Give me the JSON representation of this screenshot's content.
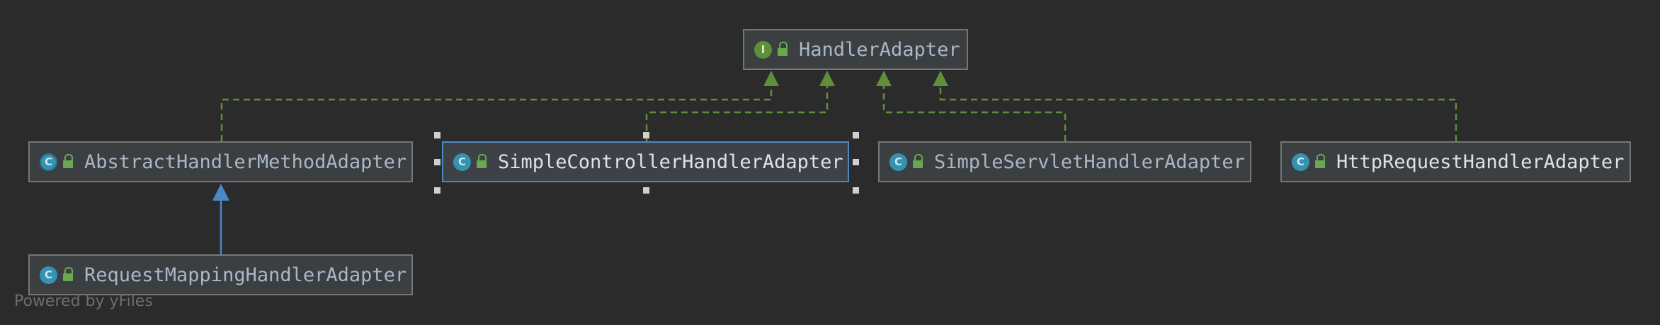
{
  "diagram": {
    "nodes": {
      "handler_adapter": {
        "name": "HandlerAdapter",
        "kind": "interface",
        "kind_letter": "I"
      },
      "abstract_handler_method_adapter": {
        "name": "AbstractHandlerMethodAdapter",
        "kind": "abstract class",
        "kind_letter": "C"
      },
      "simple_controller_handler_adapter": {
        "name": "SimpleControllerHandlerAdapter",
        "kind": "class",
        "kind_letter": "C",
        "selected": true
      },
      "simple_servlet_handler_adapter": {
        "name": "SimpleServletHandlerAdapter",
        "kind": "class",
        "kind_letter": "C"
      },
      "http_request_handler_adapter": {
        "name": "HttpRequestHandlerAdapter",
        "kind": "class",
        "kind_letter": "C"
      },
      "request_mapping_handler_adapter": {
        "name": "RequestMappingHandlerAdapter",
        "kind": "class",
        "kind_letter": "C"
      }
    },
    "edges": [
      {
        "from": "AbstractHandlerMethodAdapter",
        "to": "HandlerAdapter",
        "type": "implements"
      },
      {
        "from": "SimpleControllerHandlerAdapter",
        "to": "HandlerAdapter",
        "type": "implements"
      },
      {
        "from": "SimpleServletHandlerAdapter",
        "to": "HandlerAdapter",
        "type": "implements"
      },
      {
        "from": "HttpRequestHandlerAdapter",
        "to": "HandlerAdapter",
        "type": "implements"
      },
      {
        "from": "RequestMappingHandlerAdapter",
        "to": "AbstractHandlerMethodAdapter",
        "type": "extends"
      }
    ],
    "colors": {
      "background": "#2b2b2b",
      "implements_edge": "#5f8f3a",
      "extends_edge": "#4a88c7",
      "selection": "#4a88c7"
    }
  },
  "footer": {
    "text": "Powered by yFiles"
  }
}
